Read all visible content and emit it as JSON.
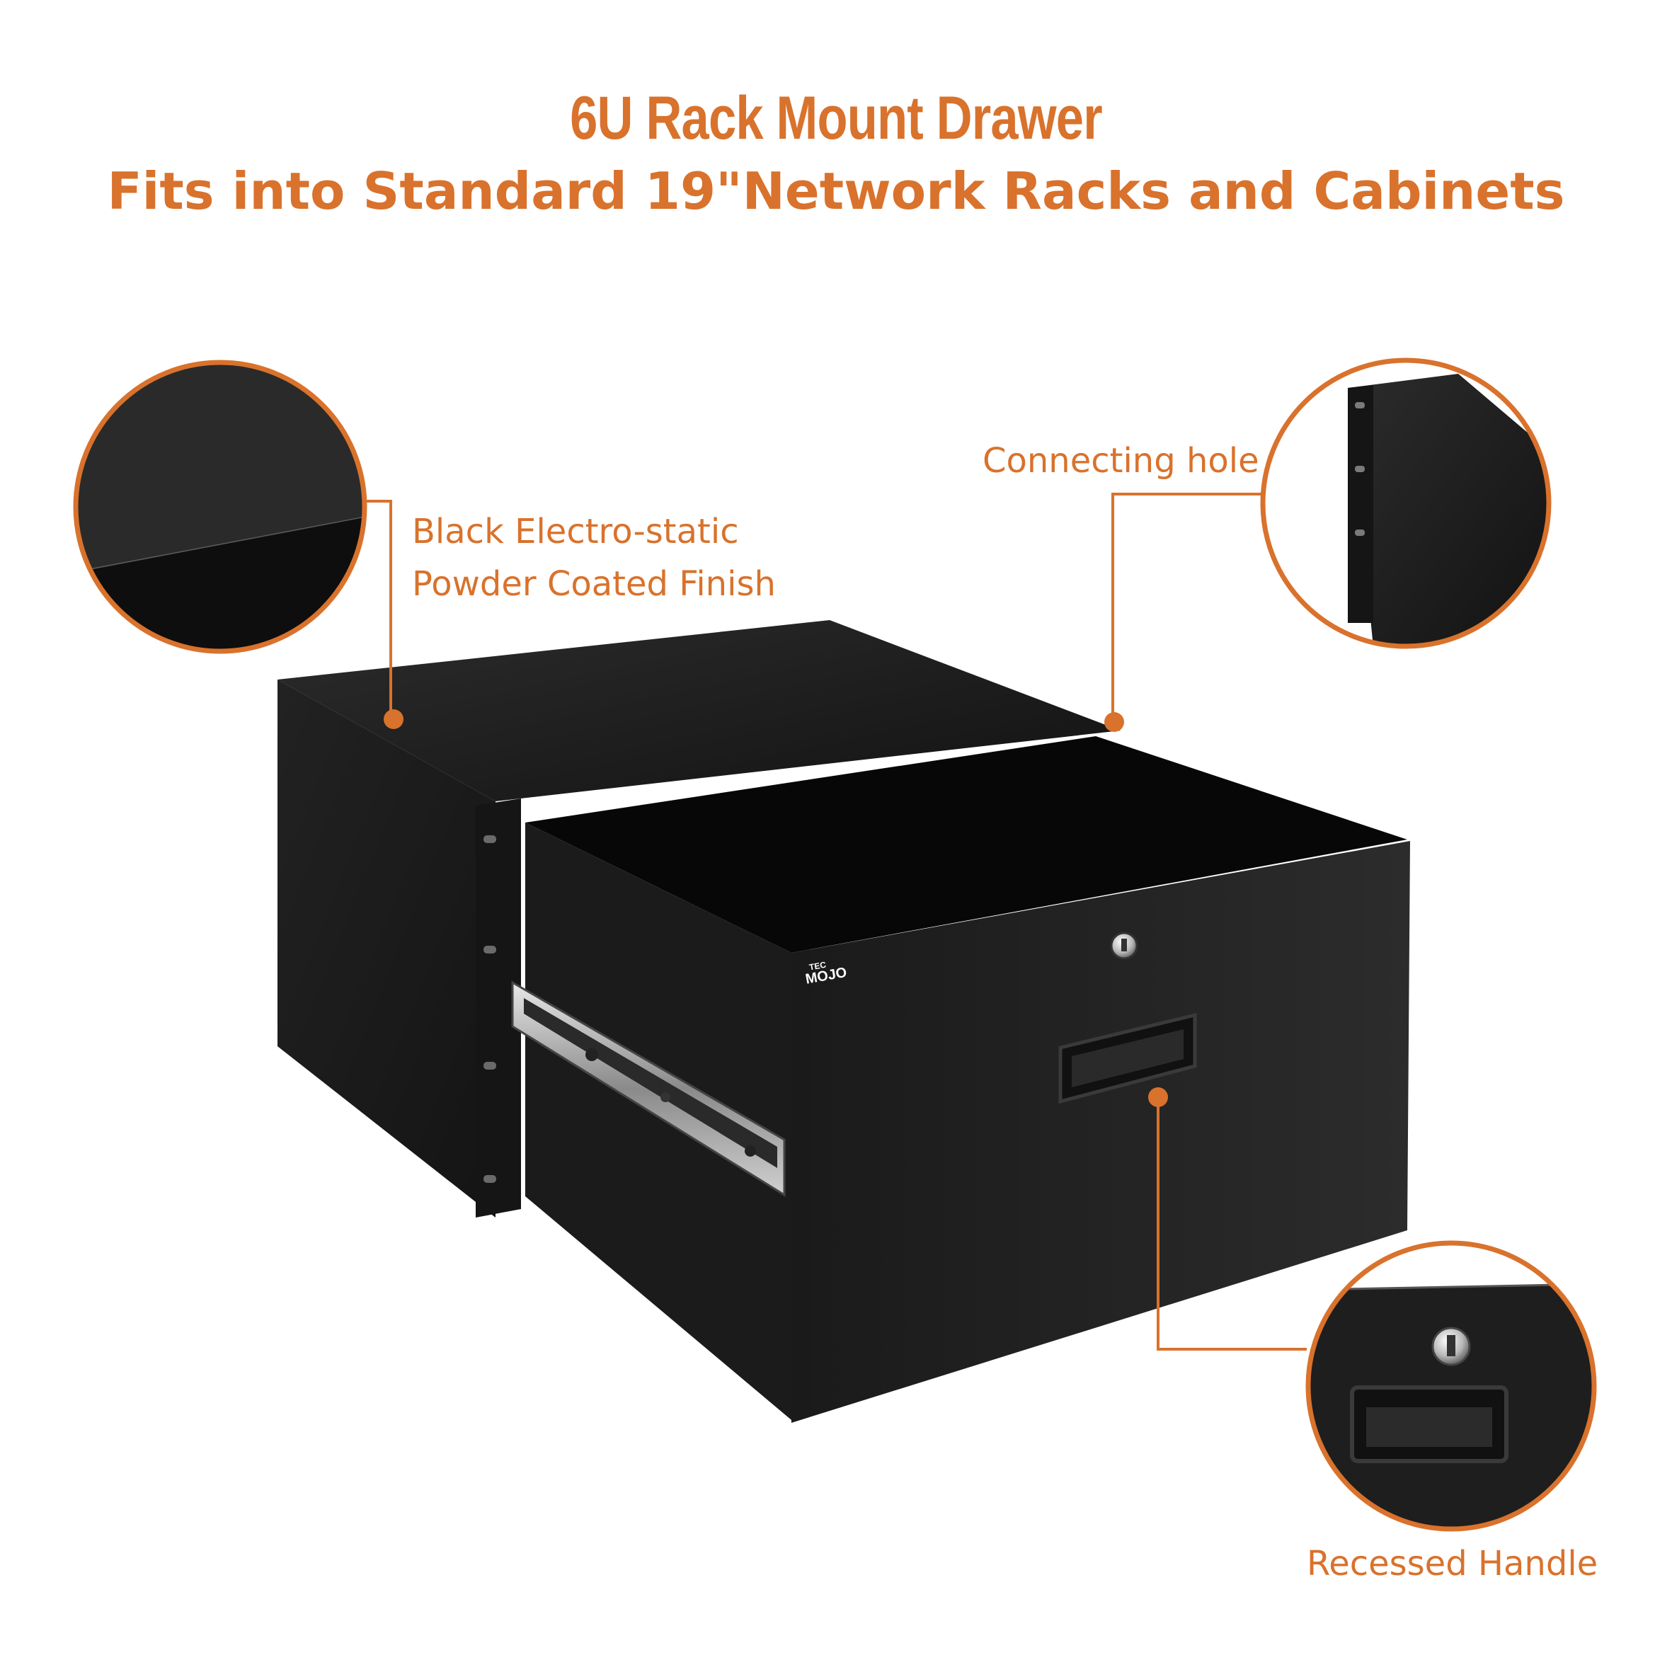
{
  "header": {
    "title": "6U Rack Mount Drawer",
    "subtitle": "Fits into Standard 19\"Network Racks and Cabinets"
  },
  "callouts": {
    "finish": {
      "line1": "Black Electro-static",
      "line2": "Powder Coated Finish"
    },
    "hole": {
      "label": "Connecting hole"
    },
    "handle": {
      "label": "Recessed Handle"
    }
  },
  "brand": {
    "line1": "TEC",
    "line2": "MOJO"
  },
  "colors": {
    "accent": "#d9722c",
    "metal_black": "#1e1e1e"
  }
}
